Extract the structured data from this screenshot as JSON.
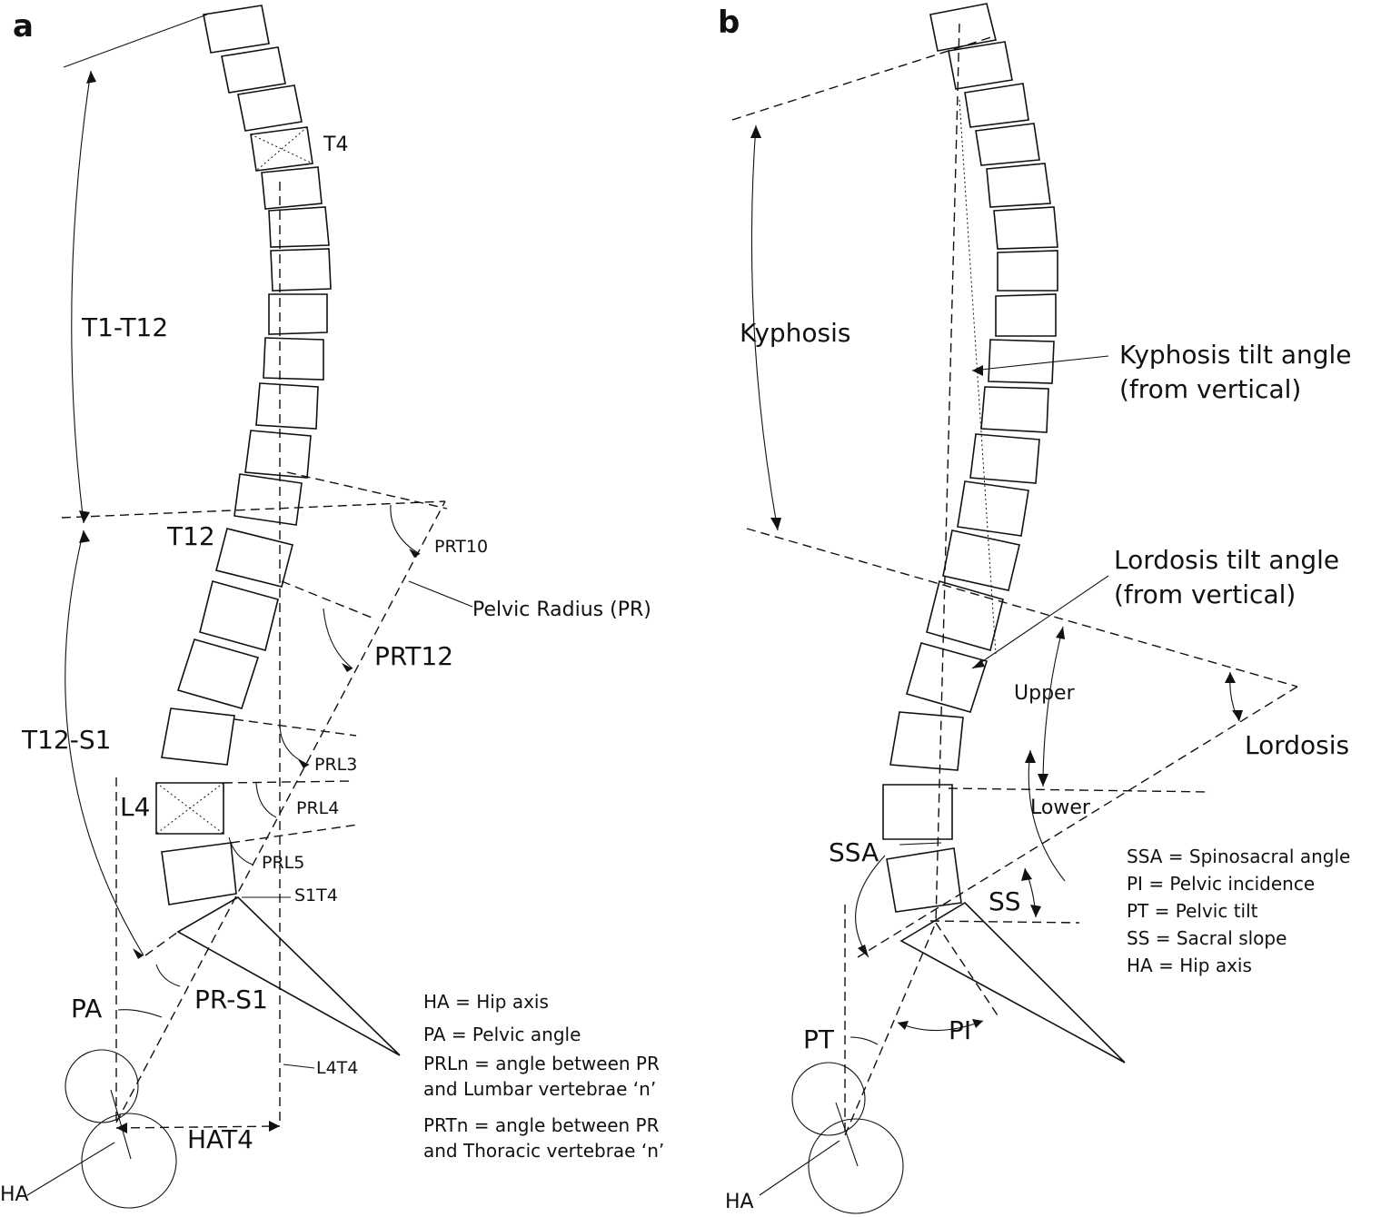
{
  "panel_a": {
    "panel_label": "a",
    "labels": {
      "t4": "T4",
      "t1_t12": "T1-T12",
      "t12": "T12",
      "prt10": "PRT10",
      "pelvic_radius": "Pelvic Radius (PR)",
      "prt12": "PRT12",
      "t12_s1": "T12-S1",
      "prl3": "PRL3",
      "l4": "L4",
      "prl4": "PRL4",
      "prl5": "PRL5",
      "s1t4": "S1T4",
      "pa": "PA",
      "pr_s1": "PR-S1",
      "l4t4": "L4T4",
      "hat4": "HAT4",
      "ha": "HA"
    },
    "legend": [
      "HA  =  Hip axis",
      "PA  =  Pelvic angle",
      "PRLn = angle between PR",
      "and Lumbar vertebrae ‘n’",
      "PRTn = angle between PR",
      "and Thoracic vertebrae ‘n’"
    ]
  },
  "panel_b": {
    "panel_label": "b",
    "labels": {
      "kyphosis": "Kyphosis",
      "kyphosis_tilt_1": "Kyphosis tilt angle",
      "kyphosis_tilt_2": "(from vertical)",
      "lordosis_tilt_1": "Lordosis tilt angle",
      "lordosis_tilt_2": "(from vertical)",
      "upper": "Upper",
      "lordosis": "Lordosis",
      "lower": "Lower",
      "ssa": "SSA",
      "ss": "SS",
      "pi": "PI",
      "pt": "PT",
      "ha": "HA"
    },
    "legend": [
      "SSA = Spinosacral angle",
      "PI = Pelvic incidence",
      "PT = Pelvic tilt",
      "SS = Sacral slope",
      "HA  =  Hip axis"
    ]
  }
}
